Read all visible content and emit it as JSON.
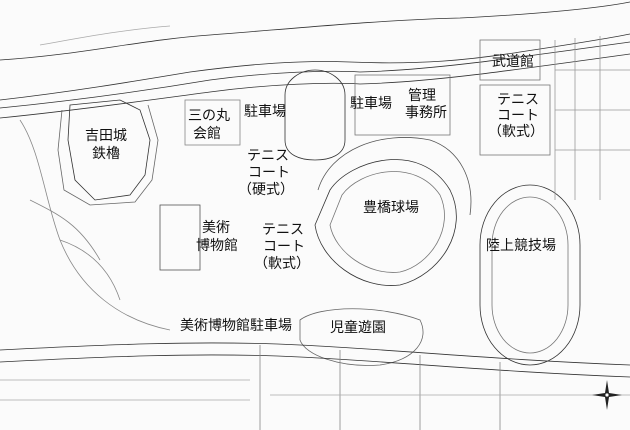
{
  "map": {
    "labels": {
      "yoshida_castle": "吉田城",
      "iron_turret": "鉄櫓",
      "sannomaru": "三の丸",
      "kaikan": "会館",
      "parking_1": "駐車場",
      "parking_2": "駐車場",
      "management": "管理",
      "office": "事務所",
      "budokan": "武道館",
      "tennis_a_1": "テニス",
      "tennis_a_2": "コート",
      "tennis_a_3": "（軟式）",
      "tennis_b_1": "テニス",
      "tennis_b_2": "コート",
      "tennis_b_3": "（硬式）",
      "tennis_c_1": "テニス",
      "tennis_c_2": "コート",
      "tennis_c_3": "（軟式）",
      "art_1": "美術",
      "art_2": "博物館",
      "baseball": "豊橋球場",
      "athletics": "陸上競技場",
      "museum_parking": "美術博物館駐車場",
      "playground": "児童遊園"
    },
    "icons": {
      "north_arrow": "compass-rose-icon"
    },
    "colors": {
      "background": "#fbfbfb",
      "ink": "#222222"
    }
  }
}
